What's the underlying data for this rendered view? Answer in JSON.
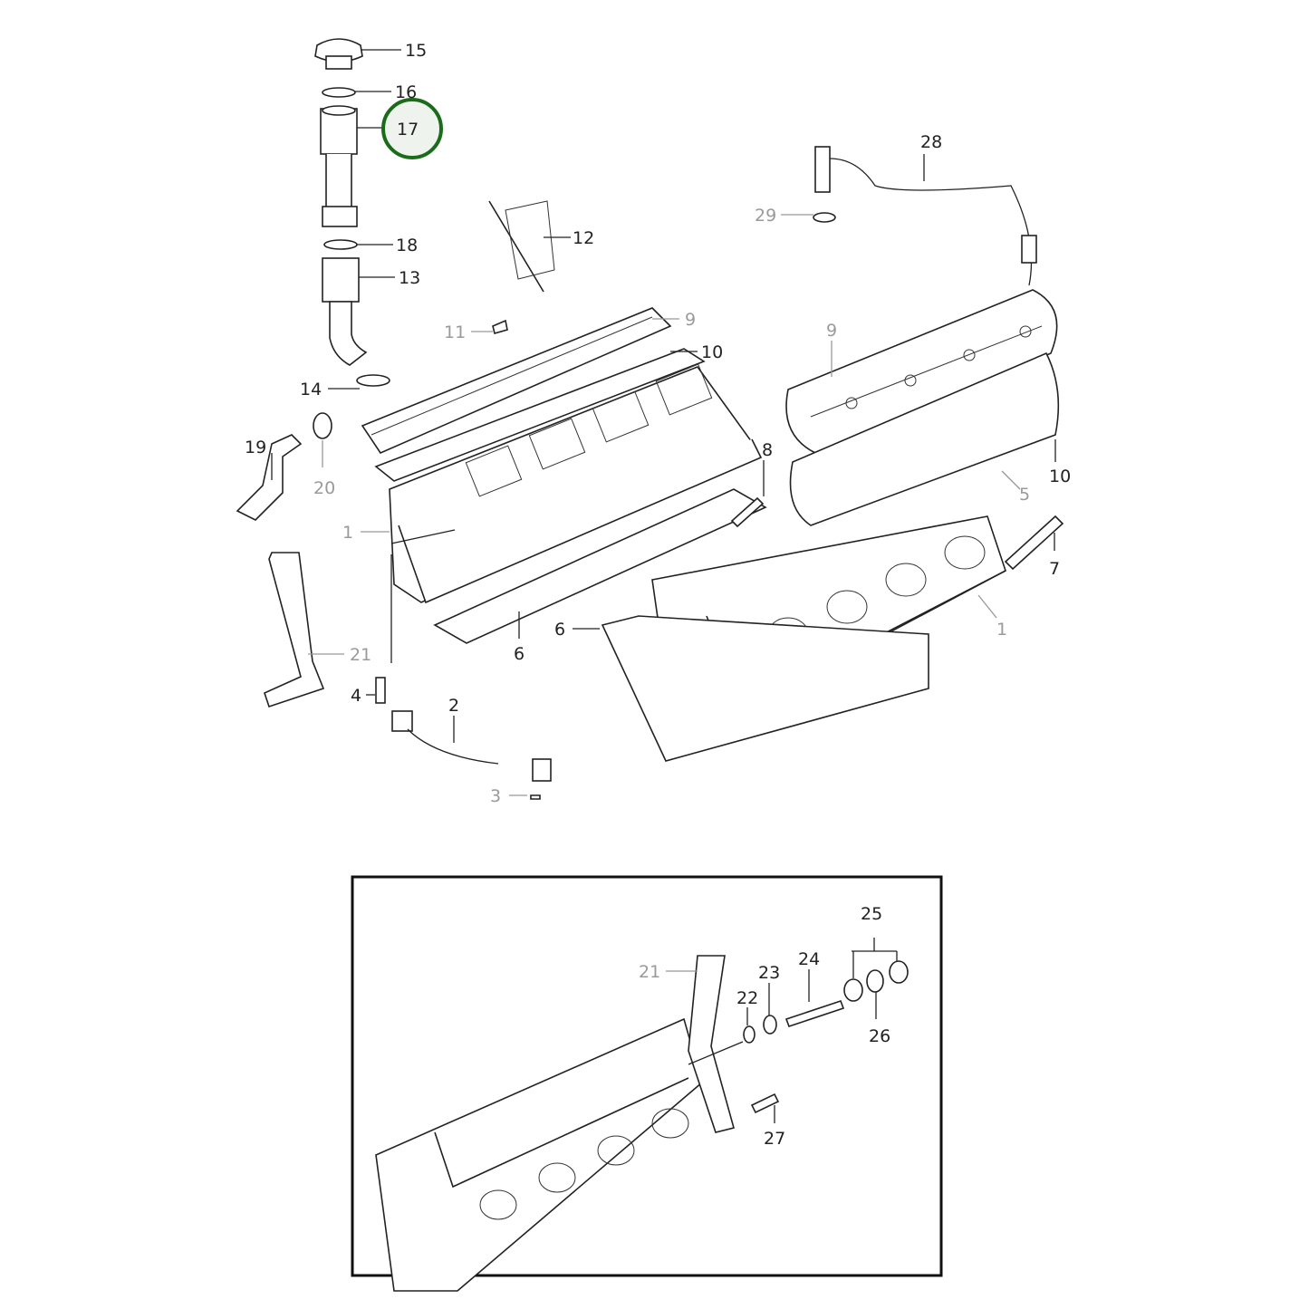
{
  "diagram": {
    "highlighted_callout": "17",
    "highlight_color": "#1a6b1a",
    "highlight_fill": "#eef3ee",
    "callouts": [
      "15",
      "16",
      "17",
      "18",
      "13",
      "12",
      "11",
      "9",
      "10",
      "14",
      "19",
      "20",
      "1",
      "28",
      "29",
      "9",
      "8",
      "10",
      "5",
      "7",
      "6",
      "6",
      "1",
      "21",
      "4",
      "2",
      "3",
      "21",
      "22",
      "23",
      "24",
      "25",
      "26",
      "27"
    ]
  }
}
